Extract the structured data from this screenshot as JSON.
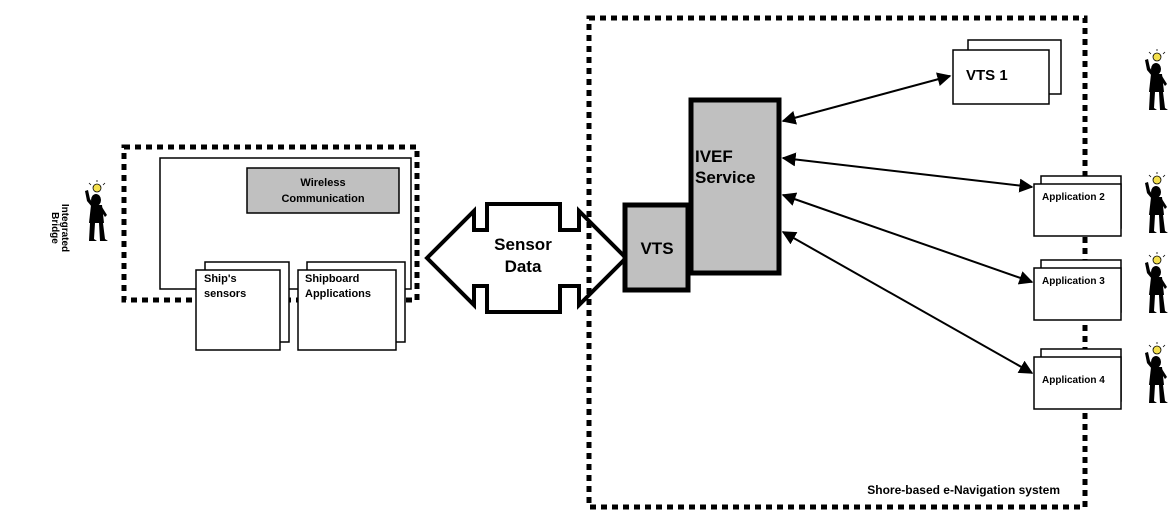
{
  "ship_side": {
    "integrated_bridge_label_line1": "Integrated",
    "integrated_bridge_label_line2": "Bridge",
    "wireless_line1": "Wireless",
    "wireless_line2": "Communication",
    "ships_sensors_line1": "Ship's",
    "ships_sensors_line2": "sensors",
    "shipboard_apps_line1": "Shipboard",
    "shipboard_apps_line2": "Applications"
  },
  "sensor_data": {
    "line1": "Sensor",
    "line2": "Data"
  },
  "shore_side": {
    "system_label": "Shore-based e-Navigation system",
    "vts_label": "VTS",
    "ivef_line1": "IVEF",
    "ivef_line2": "Service",
    "vts1_label": "VTS 1",
    "application2_label": "Application 2",
    "application3_label": "Application 3",
    "application4_label": "Application 4"
  },
  "colors": {
    "box_fill_gray": "#c0c0c0",
    "stroke": "#000000",
    "background": "#ffffff"
  },
  "icons": {
    "operator": "person-with-lightbulb-icon"
  }
}
